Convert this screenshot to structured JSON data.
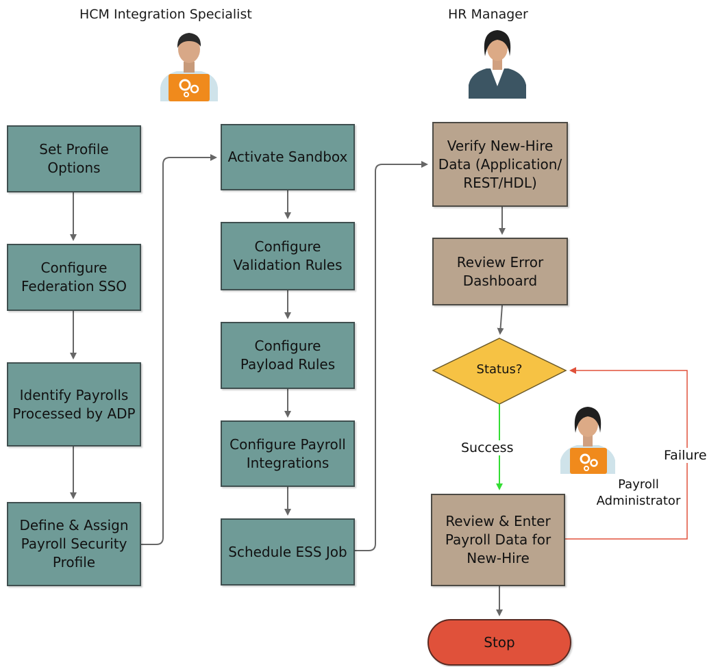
{
  "roles": {
    "integration_specialist": "HCM Integration Specialist",
    "hr_manager": "HR Manager",
    "payroll_admin_line1": "Payroll",
    "payroll_admin_line2": "Administrator"
  },
  "column1": {
    "step1": "Set Profile Options",
    "step2": "Configure Federation SSO",
    "step3": "Identify Payrolls Processed by ADP",
    "step4": "Define & Assign Payroll Security Profile"
  },
  "column2": {
    "step1": "Activate Sandbox",
    "step2": "Configure Validation Rules",
    "step3": "Configure Payload Rules",
    "step4": "Configure Payroll Integrations",
    "step5": "Schedule ESS Job"
  },
  "column3": {
    "step1": "Verify New-Hire Data (Application/ REST/HDL)",
    "step2": "Review Error Dashboard",
    "decision": "Status?",
    "step3": "Review & Enter Payroll Data for New-Hire",
    "end": "Stop"
  },
  "edges": {
    "success": "Success",
    "failure": "Failure"
  },
  "colors": {
    "teal_step": "#6f9b97",
    "tan_step": "#b9a48e",
    "decision": "#f6c244",
    "stop": "#e0513a",
    "success_arrow": "#33dd33",
    "failure_arrow": "#e0513a",
    "connector": "#666666",
    "badge": "#f08a1c"
  }
}
